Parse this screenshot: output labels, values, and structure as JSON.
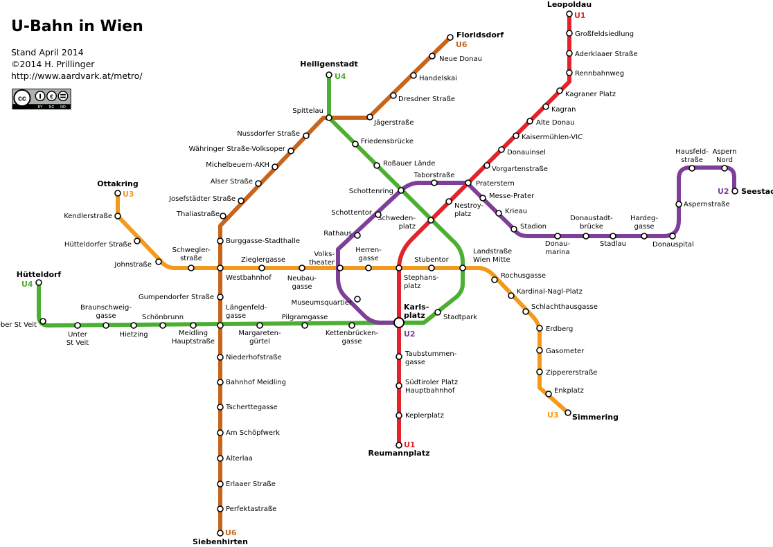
{
  "header": {
    "title": "U-Bahn in Wien",
    "meta": [
      "Stand April 2014",
      "©2014 H. Prillinger",
      "http://www.aardvark.at/metro/"
    ],
    "license": {
      "icon": "cc-by-nc-nd-icon",
      "tags": [
        "BY",
        "NC",
        "ND"
      ]
    }
  },
  "lines": [
    {
      "id": "U1",
      "color": "#e2232a"
    },
    {
      "id": "U2",
      "color": "#7e3f98"
    },
    {
      "id": "U3",
      "color": "#f39a1e"
    },
    {
      "id": "U4",
      "color": "#4caf32"
    },
    {
      "id": "U6",
      "color": "#c8651c"
    }
  ],
  "line_tags": [
    {
      "line": "U1",
      "text": "U1"
    },
    {
      "line": "U1",
      "text": "U1"
    },
    {
      "line": "U2",
      "text": "U2"
    },
    {
      "line": "U2",
      "text": "U2"
    },
    {
      "line": "U3",
      "text": "U3"
    },
    {
      "line": "U3",
      "text": "U3"
    },
    {
      "line": "U4",
      "text": "U4"
    },
    {
      "line": "U4",
      "text": "U4"
    },
    {
      "line": "U6",
      "text": "U6"
    },
    {
      "line": "U6",
      "text": "U6"
    }
  ],
  "stations": [
    {
      "name": "Leopoldau",
      "terminus": true
    },
    {
      "name": "Großfeldsiedlung"
    },
    {
      "name": "Aderklaaer Straße"
    },
    {
      "name": "Rennbahnweg"
    },
    {
      "name": "Kagraner Platz"
    },
    {
      "name": "Kagran"
    },
    {
      "name": "Alte Donau"
    },
    {
      "name": "Kaisermühlen-VIC"
    },
    {
      "name": "Donauinsel"
    },
    {
      "name": "Vorgartenstraße"
    },
    {
      "name": "Praterstern"
    },
    {
      "name": "Nestroy-\nplatz"
    },
    {
      "name": "Schweden-\nplatz"
    },
    {
      "name": "Stephans-\nplatz"
    },
    {
      "name": "Karls-\nplatz",
      "bold": true
    },
    {
      "name": "Taubstummen-\ngasse"
    },
    {
      "name": "Südtiroler Platz\nHauptbahnhof"
    },
    {
      "name": "Keplerplatz"
    },
    {
      "name": "Reumannplatz",
      "terminus": true
    },
    {
      "name": "Seestadt",
      "terminus": true
    },
    {
      "name": "Aspern\nNord"
    },
    {
      "name": "Hausfeld-\nstraße"
    },
    {
      "name": "Aspernstraße"
    },
    {
      "name": "Donauspital"
    },
    {
      "name": "Hardeg-\ngasse"
    },
    {
      "name": "Stadlau"
    },
    {
      "name": "Donaustadt-\nbrücke"
    },
    {
      "name": "Donau-\nmarina"
    },
    {
      "name": "Stadion"
    },
    {
      "name": "Krieau"
    },
    {
      "name": "Messe-Prater"
    },
    {
      "name": "Taborstraße"
    },
    {
      "name": "Schottenring"
    },
    {
      "name": "Schottentor"
    },
    {
      "name": "Rathaus"
    },
    {
      "name": "Volks-\ntheater"
    },
    {
      "name": "Museumsquartier"
    },
    {
      "name": "Ottakring",
      "terminus": true
    },
    {
      "name": "Kendlerstraße"
    },
    {
      "name": "Hütteldorfer Straße"
    },
    {
      "name": "Johnstraße"
    },
    {
      "name": "Schwegler-\nstraße"
    },
    {
      "name": "Westbahnhof"
    },
    {
      "name": "Zieglergasse"
    },
    {
      "name": "Neubau-\ngasse"
    },
    {
      "name": "Herren-\ngasse"
    },
    {
      "name": "Stubentor"
    },
    {
      "name": "Landstraße\nWien Mitte"
    },
    {
      "name": "Rochusgasse"
    },
    {
      "name": "Kardinal-Nagl-Platz"
    },
    {
      "name": "Schlachthausgasse"
    },
    {
      "name": "Erdberg"
    },
    {
      "name": "Gasometer"
    },
    {
      "name": "Zippererstraße"
    },
    {
      "name": "Enkplatz"
    },
    {
      "name": "Simmering",
      "terminus": true
    },
    {
      "name": "Heiligenstadt",
      "terminus": true
    },
    {
      "name": "Spittelau"
    },
    {
      "name": "Friedensbrücke"
    },
    {
      "name": "Roßauer Lände"
    },
    {
      "name": "Stadtpark"
    },
    {
      "name": "Kettenbrücken-\ngasse"
    },
    {
      "name": "Pilgramgasse"
    },
    {
      "name": "Margareten-\ngürtel"
    },
    {
      "name": "Längenfeld-\ngasse"
    },
    {
      "name": "Meidling\nHauptstraße"
    },
    {
      "name": "Schönbrunn"
    },
    {
      "name": "Hietzing"
    },
    {
      "name": "Braunschweig-\ngasse"
    },
    {
      "name": "Unter\nSt Veit"
    },
    {
      "name": "Ober St Veit"
    },
    {
      "name": "Hütteldorf",
      "terminus": true
    },
    {
      "name": "Floridsdorf",
      "terminus": true
    },
    {
      "name": "Neue Donau"
    },
    {
      "name": "Handelskai"
    },
    {
      "name": "Dresdner Straße"
    },
    {
      "name": "Jägerstraße"
    },
    {
      "name": "Nussdorfer Straße"
    },
    {
      "name": "Währinger Straße-Volksoper"
    },
    {
      "name": "Michelbeuern-AKH"
    },
    {
      "name": "Alser Straße"
    },
    {
      "name": "Josefstädter Straße"
    },
    {
      "name": "Thaliastraße"
    },
    {
      "name": "Burggasse-Stadthalle"
    },
    {
      "name": "Gumpendorfer Straße"
    },
    {
      "name": "Niederhofstraße"
    },
    {
      "name": "Bahnhof Meidling"
    },
    {
      "name": "Tscherttegasse"
    },
    {
      "name": "Am Schöpfwerk"
    },
    {
      "name": "Alterlaa"
    },
    {
      "name": "Erlaaer Straße"
    },
    {
      "name": "Perfektastraße"
    },
    {
      "name": "Siebenhirten",
      "terminus": true
    }
  ]
}
